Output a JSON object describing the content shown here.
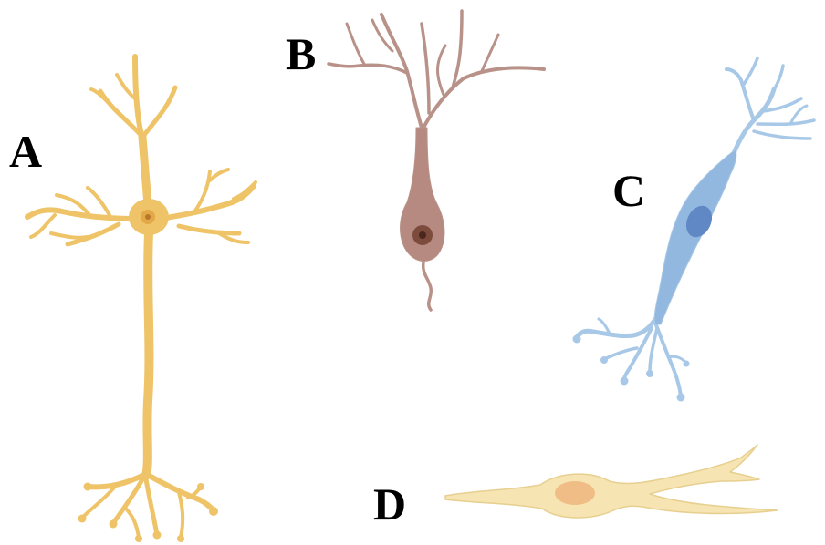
{
  "labels": {
    "a": "A",
    "b": "B",
    "c": "C",
    "d": "D"
  },
  "colors": {
    "neuron_a": "#efc468",
    "neuron_a_nucleus": "#e3a848",
    "neuron_a_nucleolus": "#b7782a",
    "neuron_b": "#b89288",
    "neuron_b_body": "#b68a80",
    "neuron_b_nucleus": "#7c4b3c",
    "neuron_b_nucleolus": "#4a261c",
    "neuron_c": "#a7c8e6",
    "neuron_c_body": "#93b8df",
    "neuron_c_nucleus": "#5f88c4",
    "neuron_d": "#f6e4b2",
    "neuron_d_outline": "#e7cf8f",
    "neuron_d_nucleus": "#f0bd86",
    "label_text": "#000000"
  }
}
